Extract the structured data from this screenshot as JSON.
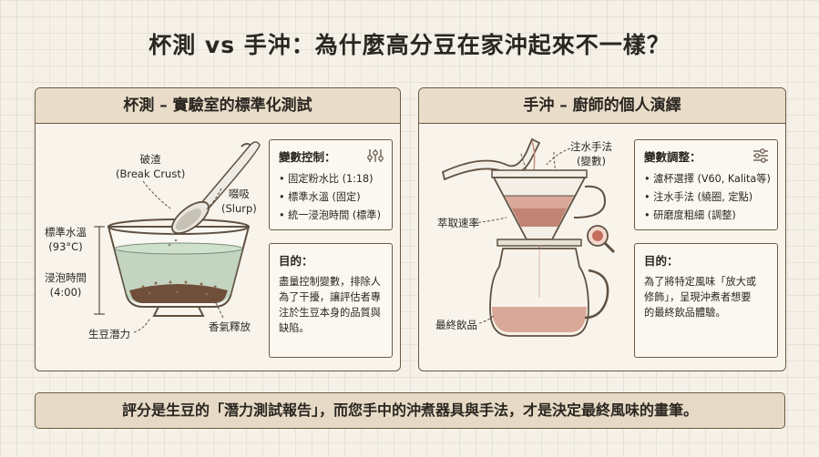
{
  "title": "杯測 vs 手沖：為什麼高分豆在家沖起來不一樣？",
  "left": {
    "header": "杯測 – 實驗室的標準化測試",
    "labels": {
      "break_crust": "破渣",
      "break_crust_en": "(Break Crust)",
      "slurp": "啜吸",
      "slurp_en": "(Slurp)",
      "temp": "標準水溫",
      "temp_val": "(93°C)",
      "steep": "浸泡時間",
      "steep_val": "(4:00)",
      "potential": "生豆潛力",
      "aroma": "香氣釋放"
    },
    "variables": {
      "heading": "變數控制：",
      "items": [
        "固定粉水比 (1:18)",
        "標準水溫 (固定)",
        "統一浸泡時間 (標準)"
      ]
    },
    "purpose": {
      "heading": "目的：",
      "lines": [
        "盡量控制變數，排除人",
        "為了干擾，讓評估者專",
        "注於生豆本身的品質與",
        "缺陷。"
      ]
    }
  },
  "right": {
    "header": "手沖 – 廚師的個人演繹",
    "labels": {
      "pour": "注水手法",
      "pour_sub": "(變數)",
      "extraction": "萃取速率",
      "drink": "最終飲品"
    },
    "variables": {
      "heading": "變數調整：",
      "items": [
        "濾杯選擇 (V60, Kalita等)",
        "注水手法 (繞圈, 定點)",
        "研磨度粗細 (調整)"
      ]
    },
    "purpose": {
      "heading": "目的：",
      "lines": [
        "為了將特定風味「放大或",
        "修飾」，呈現沖煮者想要",
        "的最終飲品體驗。"
      ]
    }
  },
  "footer": "評分是生豆的「潛力測試報告」，而您手中的沖煮器具與手法，才是決定最終風味的畫筆。",
  "colors": {
    "panel_head": "#e9ddc9",
    "cup_liquid": "#b9cfb8",
    "coffee": "#d59a8a",
    "outline": "#6b5a44"
  }
}
